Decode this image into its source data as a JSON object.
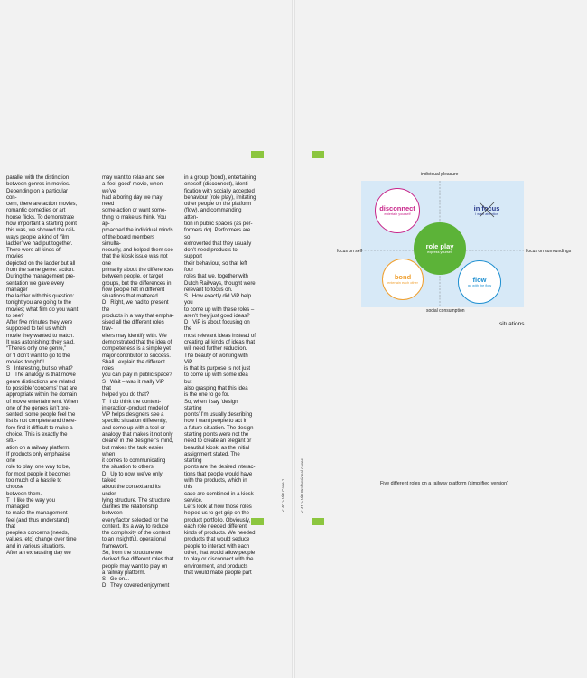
{
  "left_page": {
    "columns": [
      "parallel with the distinction\nbetween genres in movies.\nDepending on a particular con-\ncern, there are action movies,\nromantic comedies or art\nhouse flicks. To demonstrate\nhow important a starting point\nthis was, we showed the rail-\nways people a kind of ‘film\nladder’ we had put together.\nThere were all kinds of movies\ndepicted on the ladder but all\nfrom the same genre: action.\nDuring the management pre-\nsentation we gave every manager\nthe ladder with this question:\ntonight you are going to the\nmovies; what film do you want\nto see?\nAfter five minutes they were\nsupposed to tell us which\nmovie they wanted to watch.\nIt was astonishing: they said,\n“There’s only one genre,”\nor “I don’t want to go to the\nmovies tonight”!\nS   Interesting, but so what?\nD   The analogy is that movie\ngenre distinctions are related\nto possible ‘concerns’ that are\nappropriate within the domain\nof movie entertainment. When\none of the genres isn’t pre-\nsented, some people feel the\nlist is not complete and there-\nfore find it difficult to make a\nchoice. This is exactly the situ-\nation on a railway platform.\nIf products only emphasise one\nrole to play, one way to be,\nfor most people it becomes\ntoo much of a hassle to choose\nbetween them.\nT   I like the way you managed\nto make the management\nfeel (and thus understand) that\npeople’s concerns (needs,\nvalues, etc) change over time\nand in various situations.\nAfter an exhausting day we",
      "may want to relax and see\na ‘feel-good’ movie, when we’ve\nhad a boring day we may need\nsome action or want some-\nthing to make us think. You ap-\nproached the individual minds\nof the board members simulta-\nneously, and helped them see\nthat the kiosk issue was not one\nprimarily about the differences\nbetween people, or target\ngroups, but the differences in\nhow people felt in different\nsituations that mattered.\nD   Right, we had to present the\nproducts in a way that empha-\nsised all the different roles trav-\nellers may identify with. We\ndemonstrated that the idea of\ncompleteness is a simple yet\nmajor contributor to success.\nShall I explain the different roles\nyou can play in public space?\nS   Wait – was it really ViP that\nhelped you do that?\nT   I do think the context-\ninteraction-product model of\nViP helps designers see a\nspecific situation differently,\nand come up with a tool or\nanalogy that makes it not only\nclearer in the designer’s mind,\nbut makes the task easier when\nit comes to communicating\nthe situation to others.\nD   Up to now, we’ve only talked\nabout the context and its under-\nlying structure. The structure\nclarifies the relationship between\nevery factor selected for the\ncontext. It’s a way to reduce\nthe complexity of the context\nto an insightful, operational\nframework.\nSo, from the structure we\nderived five different roles that\npeople may want to play on\na railway platform.\nS   Go on...\nD   They covered enjoyment",
      "in a group (bond), entertaining\noneself (disconnect), identi-\nfication with socially accepted\nbehaviour (role play), imitating\nother people on the platform\n(flow), and commanding atten-\ntion in public spaces (as per-\nformers do). Performers are so\nextroverted that they usually\ndon’t need products to support\ntheir behaviour, so that left four\nroles that we, together with\nDutch Railways, thought were\nrelevant to focus on.\nS   How exactly did ViP help you\nto come up with these roles –\naren’t they just good ideas?\nD   ViP is about focusing on the\nmost relevant ideas instead of\ncreating all kinds of ideas that\nwill need further reduction.\nThe beauty of working with ViP\nis that its purpose is not just\nto come up with some idea but\nalso grasping that this idea\nis the one to go for.\nSo, when I say ‘design starting\npoints’ I’m usually describing\nhow I want people to act in\na future situation. The design\nstarting points were not the\nneed to create an elegant or\nbeautiful kiosk, as the initial\nassignment stated. The starting\npoints are the desired interac-\ntions that people would have\nwith the products, which in this\ncase are combined in a kiosk\nservice.\nLet’s look at how those roles\nhelped us to get grip on the\nproduct portfolio. Obviously,\neach role needed different\nkinds of products. We needed\nproducts that would seduce\npeople to interact with each\nother, that would allow people\nto play or disconnect with the\nenvironment, and products\nthat would make people part"
    ],
    "folio": "< 40 > ViP Case 1"
  },
  "right_page": {
    "folio": "< 41 > ViP Professional cases",
    "diagram": {
      "axis_top": "individual pleasure",
      "axis_bottom": "social consumption",
      "axis_left": "focus on self",
      "axis_right": "focus on surroundings",
      "corner_label": "situations",
      "roles": [
        {
          "title": "disconnect",
          "subtitle": "entertain yourself",
          "color": "#c8268a"
        },
        {
          "title": "in focus",
          "subtitle": "I want attention",
          "color": "#2a3a8c"
        },
        {
          "title": "role play",
          "subtitle": "express yourself",
          "color": "#5cb338"
        },
        {
          "title": "bond",
          "subtitle": "entertain each other",
          "color": "#f0a030"
        },
        {
          "title": "flow",
          "subtitle": "go with the flow",
          "color": "#1e8fd0"
        }
      ]
    },
    "caption": "Five different roles on a railway platform (simplified version)"
  },
  "colors": {
    "accent": "#8cc63f",
    "diagram_bg": "#d7e9f7"
  }
}
